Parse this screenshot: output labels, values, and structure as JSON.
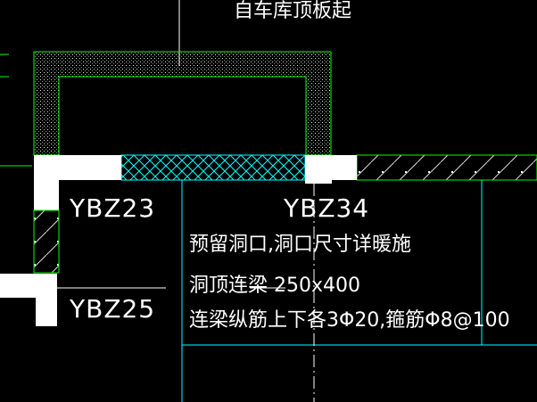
{
  "drawing": {
    "labels": {
      "top_annotation": "自车库顶板起",
      "ybz23": "YBZ23",
      "ybz34": "YBZ34",
      "ybz25": "YBZ25"
    },
    "notes": [
      "预留洞口,洞口尺寸详暖施",
      "洞顶连梁 250x400",
      "连梁纵筋上下各3Φ20,箍筋Φ8@100"
    ],
    "colors": {
      "background": "#000000",
      "wall_outline": "#00ff00",
      "leader_line": "#00ffff",
      "column": "#ffffff",
      "text": "#ffffff"
    }
  }
}
